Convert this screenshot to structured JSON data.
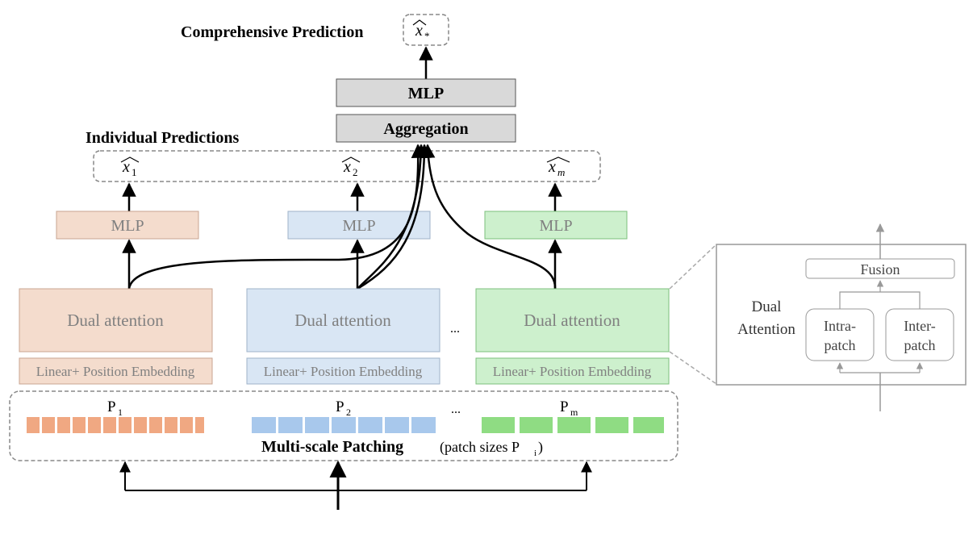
{
  "labels": {
    "comprehensive_prediction": "Comprehensive Prediction",
    "individual_predictions": "Individual Predictions",
    "mlp_top": "MLP",
    "aggregation": "Aggregation",
    "multi_scale_patching": "Multi-scale Patching",
    "patch_sizes_note": "(patch sizes P",
    "patch_sizes_sub": "i",
    "patch_sizes_close": ")",
    "ellipsis": "..."
  },
  "predictions": {
    "x_star": {
      "base": "x",
      "sub": "*"
    },
    "x_1": {
      "base": "x",
      "sub": "1"
    },
    "x_2": {
      "base": "x",
      "sub": "2"
    },
    "x_m": {
      "base": "x",
      "sub": "m"
    }
  },
  "branches": [
    {
      "id": "b1",
      "mlp": "MLP",
      "dual_attention": "Dual attention",
      "embedding": "Linear+ Position Embedding",
      "patch_label": "P",
      "patch_sub": "1",
      "color": "#f4dccd",
      "border": "#c8a591",
      "patch_color": "#f0a882"
    },
    {
      "id": "b2",
      "mlp": "MLP",
      "dual_attention": "Dual attention",
      "embedding": "Linear+ Position Embedding",
      "patch_label": "P",
      "patch_sub": "2",
      "color": "#d9e6f4",
      "border": "#9fb3c9",
      "patch_color": "#a8c8ec"
    },
    {
      "id": "bm",
      "mlp": "MLP",
      "dual_attention": "Dual attention",
      "embedding": "Linear+ Position Embedding",
      "patch_label": "P",
      "patch_sub": "m",
      "color": "#cdf0cd",
      "border": "#7cbf7c",
      "patch_color": "#8fdc83"
    }
  ],
  "inset": {
    "title_line1": "Dual",
    "title_line2": "Attention",
    "fusion": "Fusion",
    "intra_line1": "Intra-",
    "intra_line2": "patch",
    "inter_line1": "Inter-",
    "inter_line2": "patch"
  },
  "colors": {
    "gray_box": "#d9d9d9",
    "gray_text": "#808080",
    "arrow": "#000000",
    "dashed": "#888888",
    "inset_border": "#999999"
  }
}
